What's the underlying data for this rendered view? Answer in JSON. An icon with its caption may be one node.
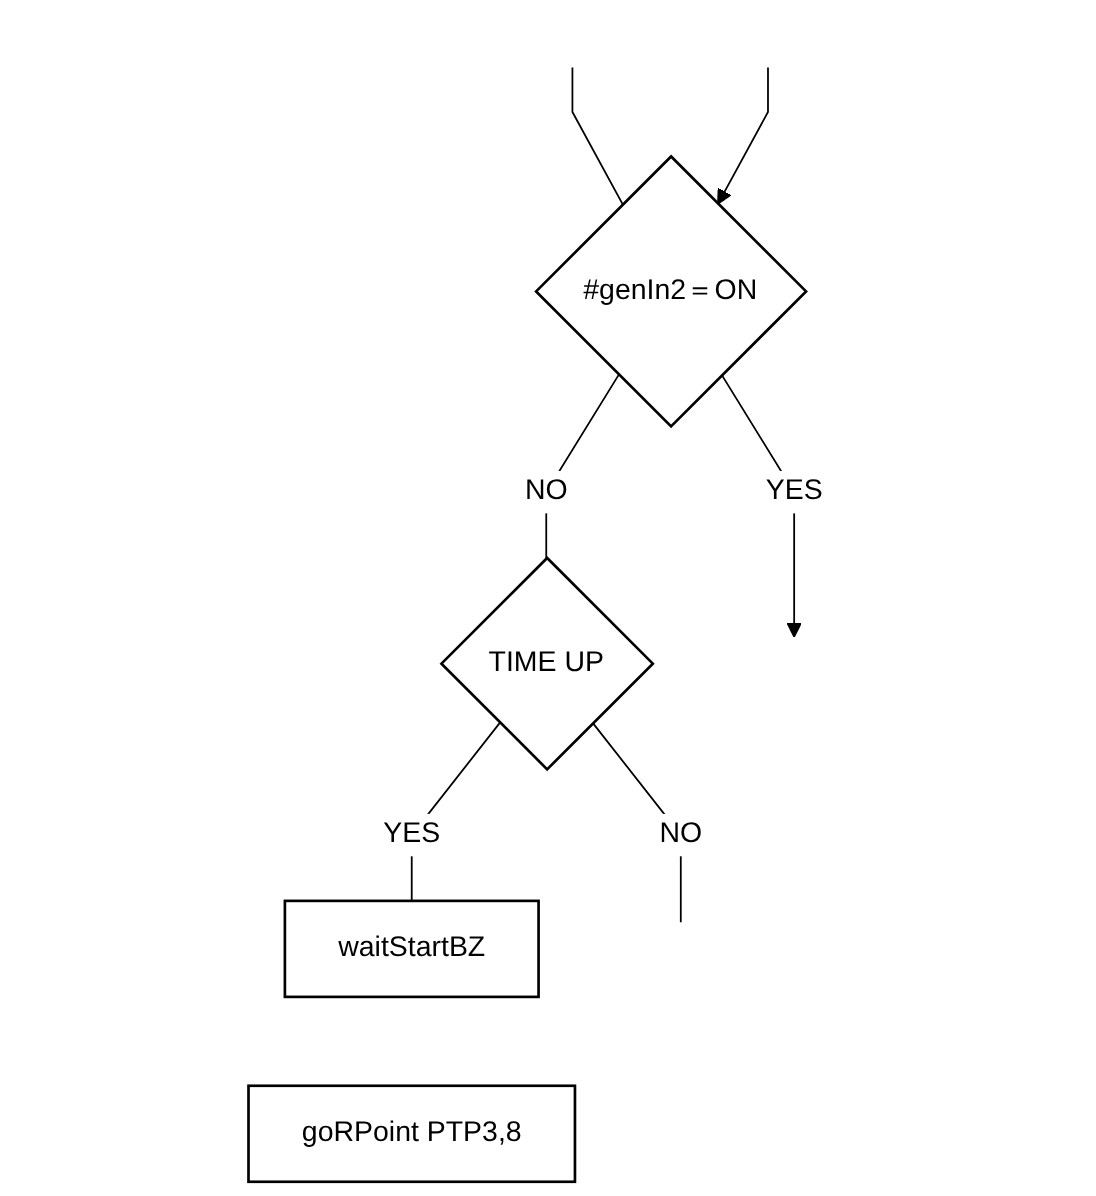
{
  "diagram": {
    "nodes": [
      {
        "text": [
          "#genIn2＝ON"
        ]
      },
      {
        "text": [
          "TIME UP"
        ]
      },
      {
        "text": [
          "waitStartBZ"
        ]
      },
      {
        "text": [
          "goRPoint PTP3,8"
        ]
      }
    ],
    "edges": [
      {
        "from": null,
        "to": 0,
        "arrow": "none"
      },
      {
        "from": null,
        "to": 0,
        "arrow": "to"
      },
      {
        "from": 0,
        "to": 1,
        "label": "NO",
        "arrow": "none"
      },
      {
        "from": 0,
        "to": null,
        "label": "YES",
        "arrow": "to"
      },
      {
        "from": 1,
        "to": null,
        "label": "NO",
        "arrow": "none"
      },
      {
        "from": 1,
        "to": 2,
        "label": "YES",
        "arrow": "none"
      }
    ]
  }
}
